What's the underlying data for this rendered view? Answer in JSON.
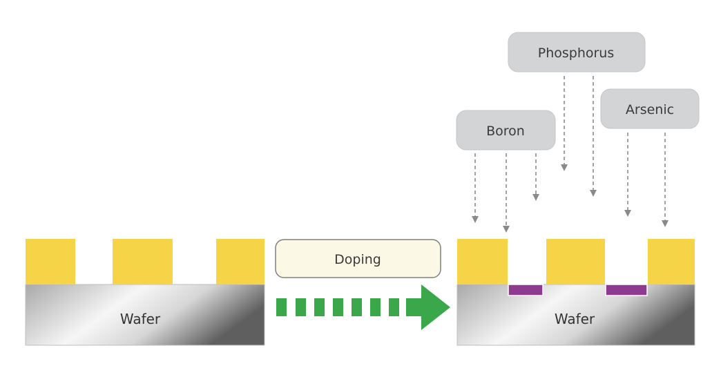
{
  "left_wafer": {
    "label": "Wafer"
  },
  "right_wafer": {
    "label": "Wafer"
  },
  "process": {
    "label": "Doping"
  },
  "dopants": {
    "boron": "Boron",
    "phosphorus": "Phosphorus",
    "arsenic": "Arsenic"
  },
  "colors": {
    "mask": "#f5d547",
    "doped_region": "#8e3a8e",
    "arrow": "#3aa84a",
    "dopant_box": "#d3d4d6",
    "dopant_box_border": "#c4c5c8",
    "doping_box_fill": "#fbf8e6",
    "doping_box_border": "#7f7f7f",
    "dashed_arrow": "#8a8a8a"
  }
}
